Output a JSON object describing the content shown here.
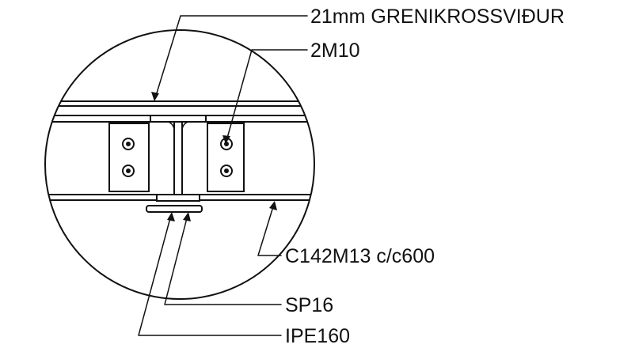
{
  "labels": {
    "plywood": "21mm GRENIKROSSVIÐUR",
    "bolts": "2M10",
    "c_profile": "C142M13 c/c600",
    "plate": "SP16",
    "beam": "IPE160"
  },
  "colors": {
    "line": "#111111",
    "background": "#ffffff"
  }
}
